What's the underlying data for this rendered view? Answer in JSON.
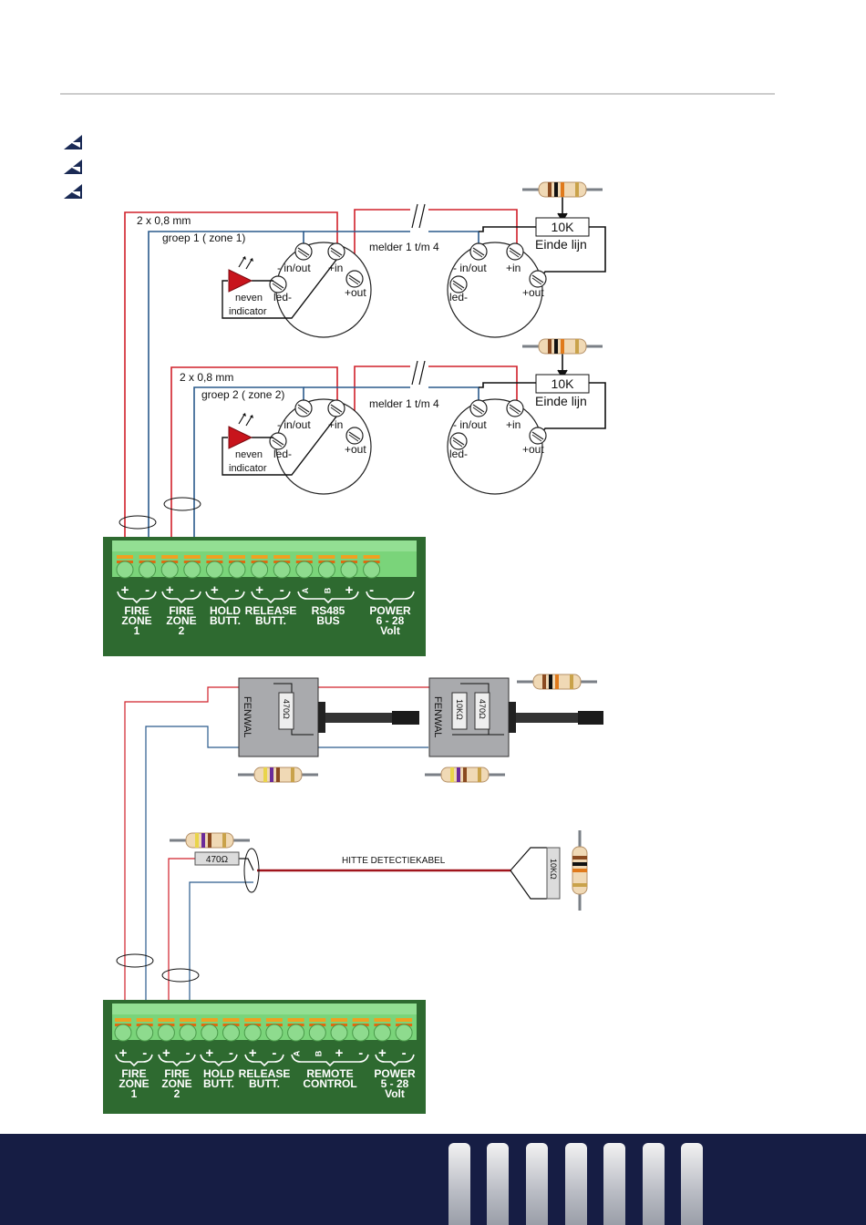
{
  "colors": {
    "wire_red": "#d0202a",
    "wire_blue": "#2a5a8c",
    "terminal_green": "#7ad47a",
    "board_dark": "#2e6a30",
    "footer": "#161d44",
    "led_red": "#c8141c"
  },
  "icons": {
    "bullet": "logo-bullet-icon",
    "resistor": "resistor-icon",
    "detector": "detector-base-icon"
  },
  "top_diagram": {
    "group1": {
      "cable": "2 x 0,8 mm",
      "label": "groep 1 ( zone 1)",
      "segment": "melder 1 t/m 4",
      "resistor": "10K",
      "end_of_line": "Einde lijn"
    },
    "group2": {
      "cable": "2 x 0,8 mm",
      "label": "groep 2 ( zone 2)",
      "segment": "melder 1 t/m 4",
      "resistor": "10K",
      "end_of_line": "Einde lijn"
    },
    "base_labels": {
      "minus_inout": "- in/out",
      "plus_in": "+in",
      "plus_out": "+out",
      "led_minus": "led-"
    },
    "indicator": {
      "line1": "neven",
      "line2": "indicator"
    },
    "terminal_block": {
      "signs": [
        "+",
        "-",
        "+",
        "-",
        "+",
        "-",
        "+",
        "-",
        "A",
        "B",
        "+",
        "-"
      ],
      "groups": [
        {
          "lines": [
            "FIRE",
            "ZONE",
            "1"
          ]
        },
        {
          "lines": [
            "FIRE",
            "ZONE",
            "2"
          ]
        },
        {
          "lines": [
            "HOLD",
            "BUTT."
          ]
        },
        {
          "lines": [
            "RELEASE",
            "BUTT."
          ]
        },
        {
          "lines": [
            "RS485",
            "BUS"
          ]
        },
        {
          "lines": [
            "POWER",
            "6 - 28",
            "Volt"
          ]
        }
      ]
    }
  },
  "bottom_diagram": {
    "switch_brand": "FENWAL",
    "resistor_470": "470Ω",
    "resistor_10k": "10KΩ",
    "cable_label": "HITTE DETECTIEKABEL",
    "terminal_block": {
      "signs": [
        "+",
        "-",
        "+",
        "-",
        "+",
        "-",
        "+",
        "-",
        "A",
        "B",
        "+",
        "-",
        "+",
        "-"
      ],
      "groups": [
        {
          "lines": [
            "FIRE",
            "ZONE",
            "1"
          ]
        },
        {
          "lines": [
            "FIRE",
            "ZONE",
            "2"
          ]
        },
        {
          "lines": [
            "HOLD",
            "BUTT."
          ]
        },
        {
          "lines": [
            "RELEASE",
            "BUTT."
          ]
        },
        {
          "lines": [
            "REMOTE",
            "CONTROL"
          ]
        },
        {
          "lines": [
            "POWER",
            "5 - 28",
            "Volt"
          ]
        }
      ]
    }
  }
}
